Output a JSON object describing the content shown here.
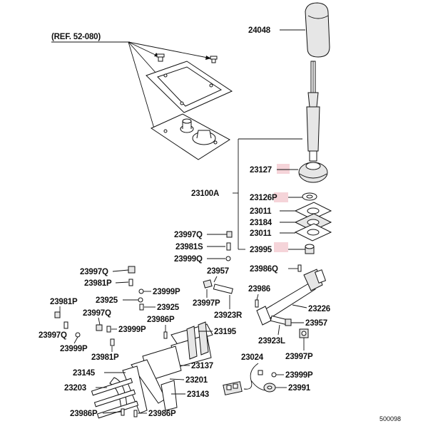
{
  "diagram": {
    "ref_label": "(REF. 52-080)",
    "drawing_number": "500098",
    "parts": {
      "p24048": "24048",
      "p23127": "23127",
      "p23100A": "23100A",
      "p23126P": "23126P",
      "p23011a": "23011",
      "p23184": "23184",
      "p23011b": "23011",
      "p23995": "23995",
      "p23997Q_a": "23997Q",
      "p23981S": "23981S",
      "p23999Q": "23999Q",
      "p23997Q_b": "23997Q",
      "p23981P_a": "23981P",
      "p23999P_a": "23999P",
      "p23925a": "23925",
      "p23925b": "23925",
      "p23981P_b": "23981P",
      "p23997Q_c": "23997Q",
      "p23997Q_d": "23997Q",
      "p23999P_b": "23999P",
      "p23986P_a": "23986P",
      "p23999P_c": "23999P",
      "p23981P_c": "23981P",
      "p23957a": "23957",
      "p23997P_a": "23997P",
      "p23923R": "23923R",
      "p23986Q": "23986Q",
      "p23986": "23986",
      "p23226": "23226",
      "p23957b": "23957",
      "p23923L": "23923L",
      "p23997P_b": "23997P",
      "p23195": "23195",
      "p23024": "23024",
      "p23137": "23137",
      "p23999P_d": "23999P",
      "p23145": "23145",
      "p23201": "23201",
      "p23991": "23991",
      "p23203": "23203",
      "p23143": "23143",
      "p23986P_b": "23986P",
      "p23986P_c": "23986P"
    },
    "highlight_color": "#f2c9cf"
  }
}
